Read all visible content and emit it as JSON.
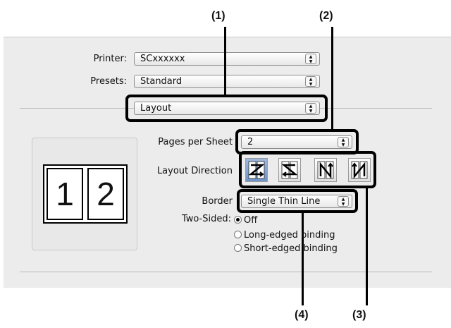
{
  "callouts": [
    "(1)",
    "(2)",
    "(3)",
    "(4)"
  ],
  "printer": {
    "label": "Printer:",
    "value": "SCxxxxxx"
  },
  "presets": {
    "label": "Presets:",
    "value": "Standard"
  },
  "panel_popup": {
    "value": "Layout"
  },
  "preview": {
    "pages": [
      "1",
      "2"
    ]
  },
  "pages_per_sheet": {
    "label": "Pages per Sheet",
    "value": "2"
  },
  "layout_direction": {
    "label": "Layout Direction",
    "options": [
      "z-left-to-right-icon",
      "s-reverse-icon",
      "n-top-to-bottom-icon",
      "n-reverse-icon"
    ],
    "selected_index": 0
  },
  "border": {
    "label": "Border",
    "value": "Single Thin Line"
  },
  "two_sided": {
    "label": "Two-Sided:",
    "options": [
      "Off",
      "Long-edged binding",
      "Short-edged binding"
    ],
    "selected": "Off"
  },
  "colors": {
    "highlight": "#000000",
    "selected_button": "#7f9fd0",
    "panel": "#ececec"
  }
}
